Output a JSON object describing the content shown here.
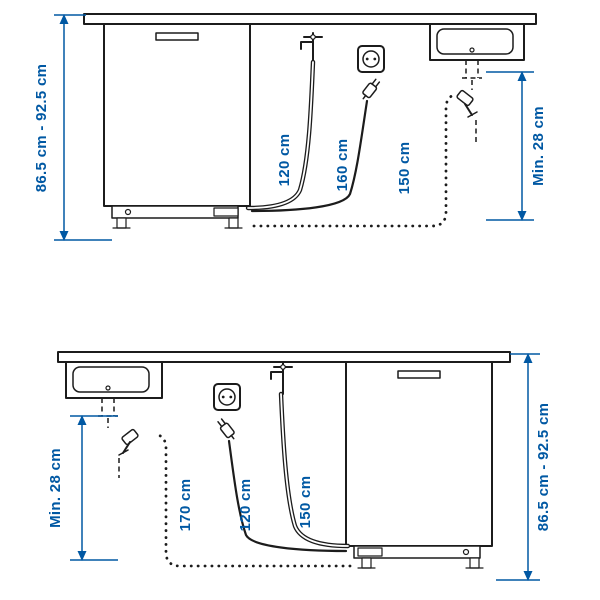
{
  "colors": {
    "accent_blue": "#0058a3",
    "line_black": "#1c1c1c",
    "background": "#ffffff"
  },
  "icons": {
    "faucet": "faucet-icon",
    "socket": "power-socket-icon",
    "plug": "power-plug-icon",
    "trap": "drain-trap-icon"
  },
  "top_diagram": {
    "height_range": "86.5 cm - 92.5 cm",
    "water_hose_length": "120 cm",
    "power_cable_length": "160 cm",
    "drain_hose_length": "150 cm",
    "min_clearance": "Min. 28 cm"
  },
  "bottom_diagram": {
    "min_clearance": "Min. 28 cm",
    "drain_hose_length": "170 cm",
    "power_cable_length": "120 cm",
    "water_hose_length": "150 cm",
    "height_range": "86.5 cm - 92.5 cm"
  }
}
